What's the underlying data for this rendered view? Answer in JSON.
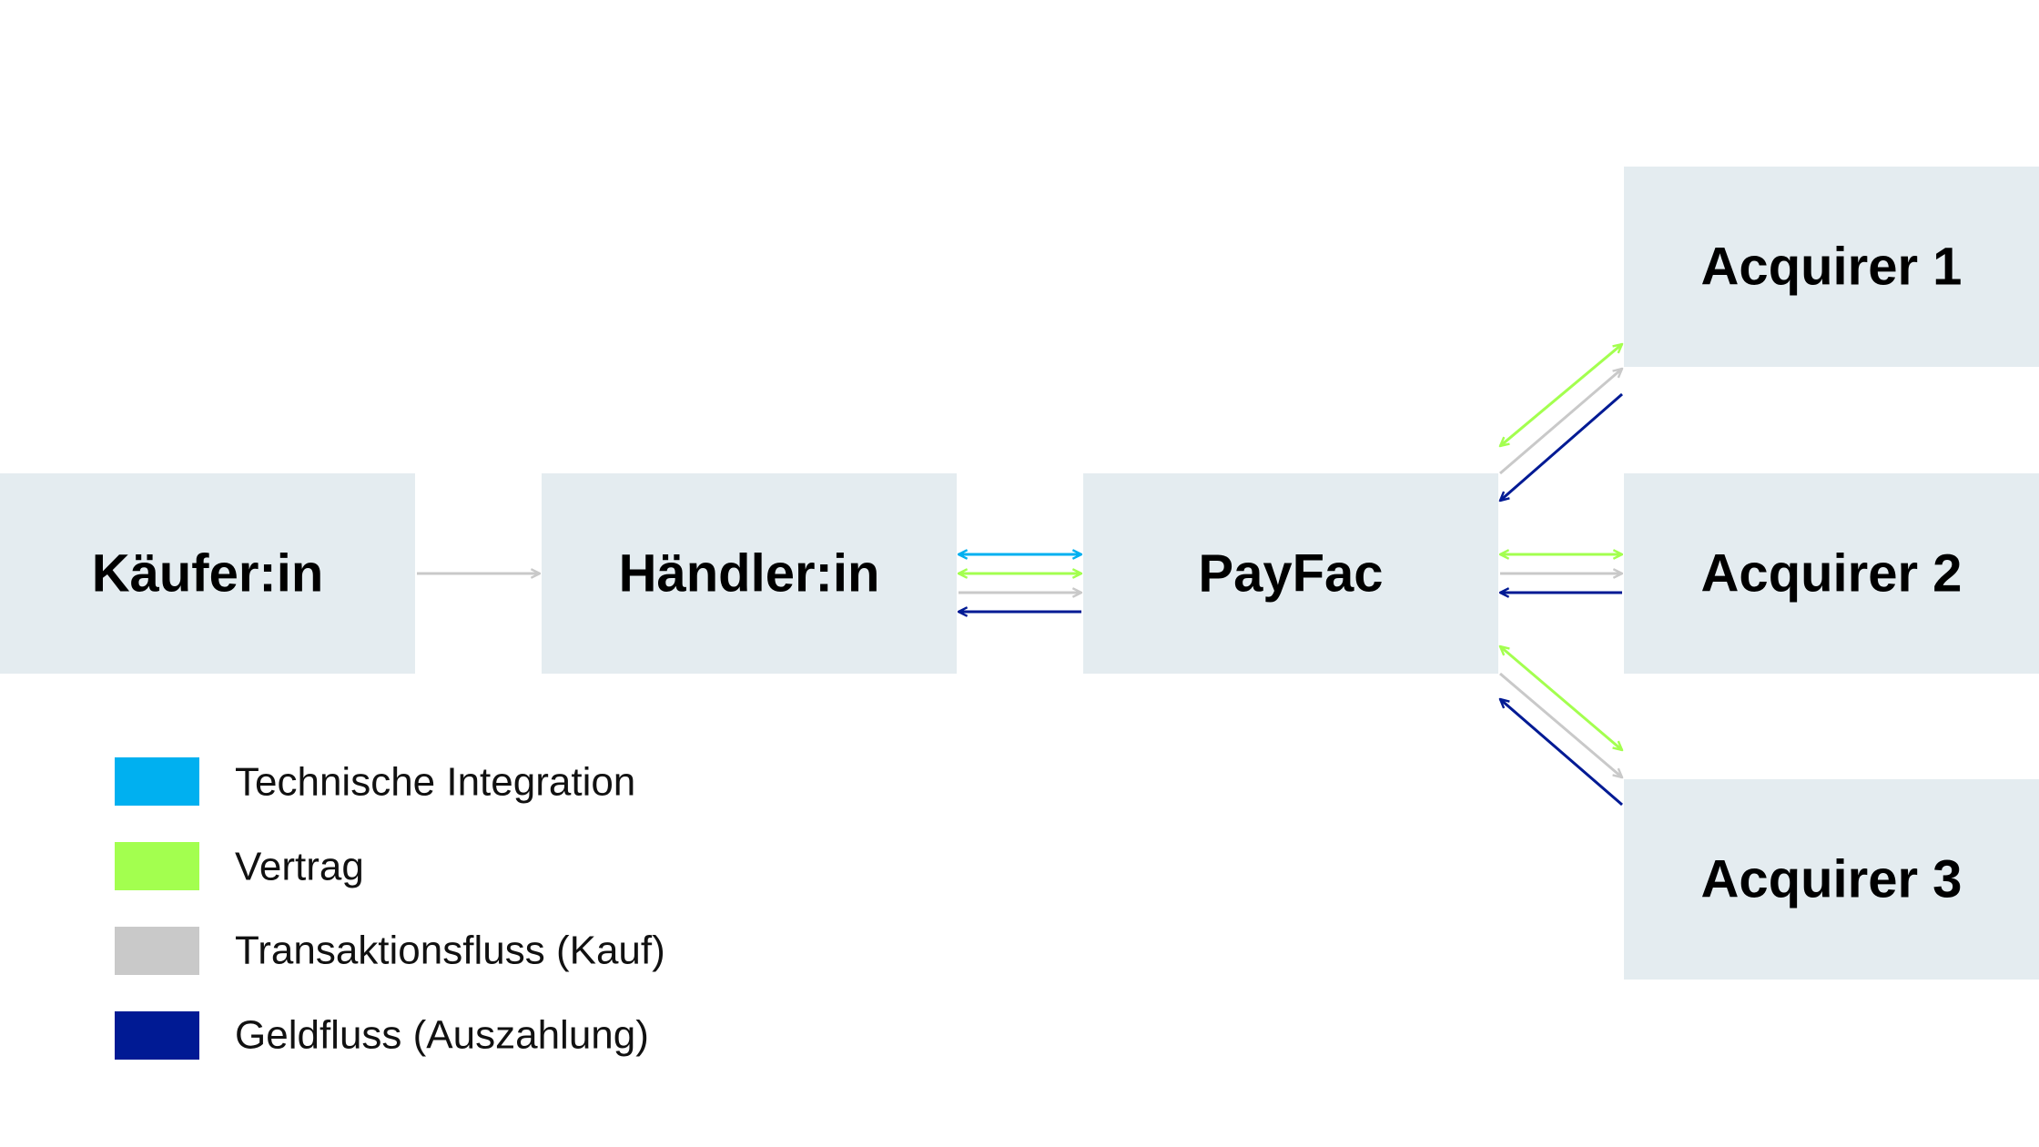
{
  "colors": {
    "node_fill": "#e4ecf0",
    "technical": "#00b0f0",
    "contract": "#a3ff4f",
    "transaction": "#c9c9c9",
    "money": "#001a94"
  },
  "nodes": {
    "buyer": "Käufer:in",
    "merchant": "Händler:in",
    "payfac": "PayFac",
    "acquirer1": "Acquirer 1",
    "acquirer2": "Acquirer 2",
    "acquirer3": "Acquirer 3"
  },
  "legend": [
    {
      "label": "Technische Integration",
      "color": "#00b0f0"
    },
    {
      "label": "Vertrag",
      "color": "#a3ff4f"
    },
    {
      "label": "Transaktionsfluss (Kauf)",
      "color": "#c9c9c9"
    },
    {
      "label": "Geldfluss (Auszahlung)",
      "color": "#001a94"
    }
  ]
}
